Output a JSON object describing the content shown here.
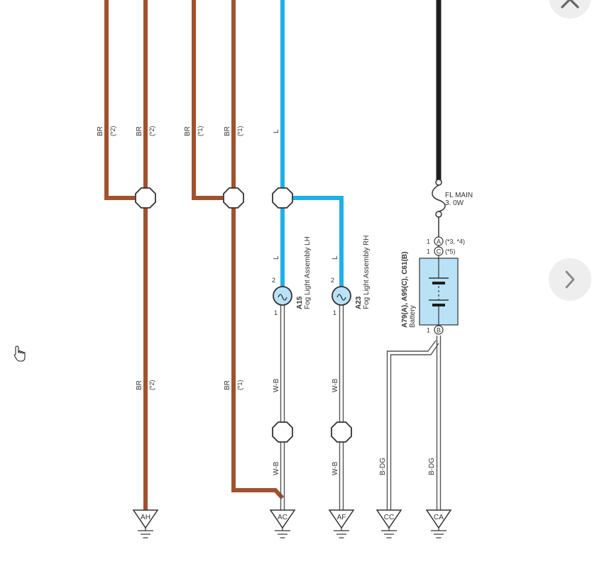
{
  "colors": {
    "brown": "#a0522d",
    "blue": "#1fb0e6",
    "black": "#1e1e1e",
    "battery_fill": "#b9e2f7",
    "nav_bg": "#eeeeee"
  },
  "wire_labels": {
    "br_x2": "BR",
    "br_x1": "BR",
    "l": "L",
    "wb": "W-B",
    "bdg": "B-DG",
    "note_x2": "(*2)",
    "note_x1": "(*1)"
  },
  "fuse": {
    "name": "FL MAIN",
    "rating": "3. 0W"
  },
  "fog_lh": {
    "code": "A15",
    "name": "Fog Light Assembly LH",
    "pin_top": "2",
    "pin_bottom": "1"
  },
  "fog_rh": {
    "code": "A23",
    "name": "Fog Light Assembly RH",
    "pin_top": "2",
    "pin_bottom": "1"
  },
  "battery": {
    "code": "A79(A), A95(C), C61(B)",
    "name": "Battery",
    "pin_a": "1",
    "pin_c": "1",
    "pin_b": "1",
    "conn_a": "A",
    "conn_c": "C",
    "conn_b": "B",
    "note_a": "(*3, *4)",
    "note_c": "(*5)"
  },
  "grounds": [
    "AH",
    "AC",
    "AF",
    "CC",
    "CA"
  ],
  "icons": {
    "close": "close-icon",
    "next": "chevron-right-icon",
    "cursor": "hand-pointer-icon"
  }
}
